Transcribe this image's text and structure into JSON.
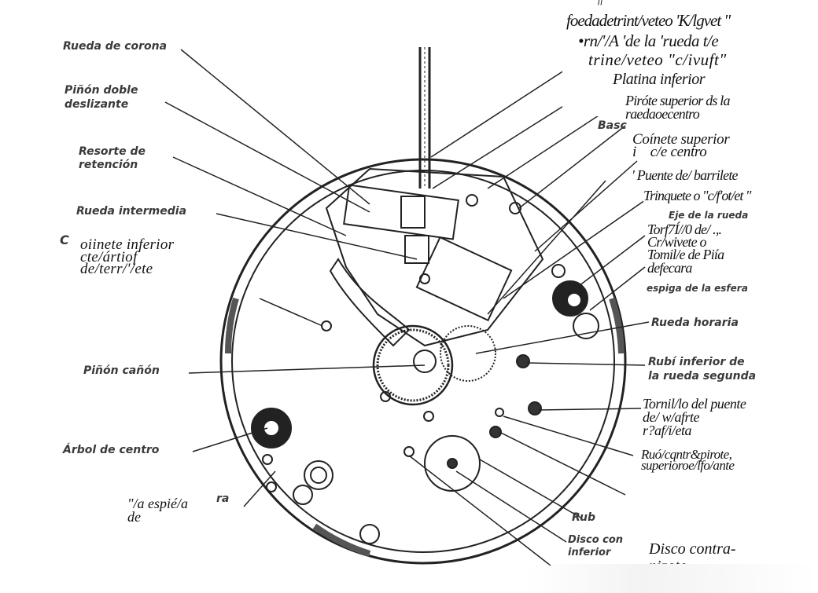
{
  "colors": {
    "ink": "#222222",
    "paper": "#ffffff",
    "print": "#111111"
  },
  "left_labels": [
    "Rueda de corona",
    "Piñón doble\ndeslizante",
    "Resorte de\nretención",
    "Rueda intermedia",
    "Piñón cañón",
    "Árbol de centro"
  ],
  "right_labels": [
    "Rueda horaria",
    "Rubí inferior de\nla rueda segunda",
    "Rub",
    "Disco con\ninferior"
  ],
  "overlay_labels": {
    "top_fragment": "ff",
    "l1": "foedadetrint/veteo 'K/lgvet \"",
    "l2": "•rn/'/A 'de la 'rueda t/e",
    "l3": "trine/veteo \"c/ivuft\"",
    "l4": "Platina inferior",
    "l5": "Piróte superior ds la\nraedaoecentro",
    "l6": "Coínete superior\ni    c/e centro",
    "l7": "' Puente de/ barrilete",
    "l8": "Trinquete o \"c/f'ot/et \"",
    "l9": "Torf7Í//0 de/ .,.\nCr/wivete o\nTomil/e de Piía\ndefecara",
    "l10": "Tornil/lo del puente\nde/ w/afrte\nr?af/i/eta",
    "l11": "Ruó/cqntr&pirote,\nsuperioroe/lfo/ante",
    "l12": "Disco contra-\npizote",
    "l13": "oiinete inferior\ncte/ártiof\nde/terr/'/ete",
    "l14": "\"/a espié/a\nde"
  },
  "fragments": {
    "basc": "Basc",
    "eje": "Eje de la rueda",
    "esfera": "espiga de la esfera",
    "left_c": "C",
    "left_ra": "ra"
  }
}
